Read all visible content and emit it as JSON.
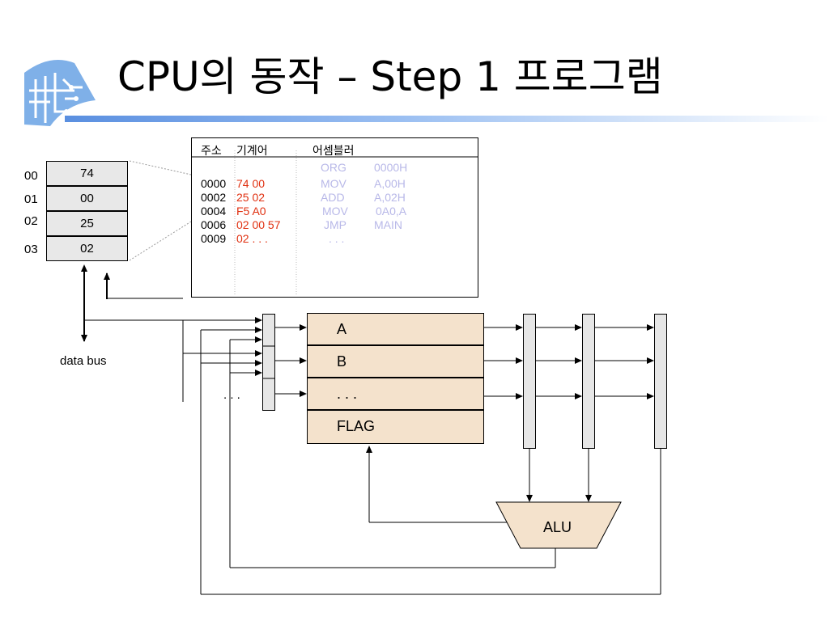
{
  "title": "CPU의 동작 – Step 1 프로그램",
  "memory": [
    {
      "addr": "00",
      "value": "74"
    },
    {
      "addr": "01",
      "value": "00"
    },
    {
      "addr": "02",
      "value": "25"
    },
    {
      "addr": "03",
      "value": "02"
    }
  ],
  "data_bus_label": "data bus",
  "code_table": {
    "headers": {
      "address": "주소",
      "machine": "기계어",
      "assembler": "어셈블러"
    },
    "rows": [
      {
        "addr": "",
        "mc": "",
        "asm_op": "ORG",
        "asm_arg": "0000H"
      },
      {
        "addr": "0000",
        "mc": "74 00",
        "asm_op": "MOV",
        "asm_arg": "A,00H"
      },
      {
        "addr": "0002",
        "mc": "25 02",
        "asm_op": "ADD",
        "asm_arg": "A,02H"
      },
      {
        "addr": "0004",
        "mc": "F5 A0",
        "asm_op": "MOV",
        "asm_arg": "0A0,A"
      },
      {
        "addr": "0006",
        "mc": "02 00 57",
        "asm_op": "JMP",
        "asm_arg": "MAIN"
      },
      {
        "addr": "0009",
        "mc": "02 . . .",
        "asm_op": ". . .",
        "asm_arg": ""
      }
    ]
  },
  "registers": [
    "A",
    "B",
    ". . .",
    "FLAG"
  ],
  "left_ellipsis": ". . .",
  "alu_label": "ALU",
  "colors": {
    "machine_code": "#e03010",
    "assembler": "#b8b8e8",
    "register_fill": "#f4e2cc"
  }
}
